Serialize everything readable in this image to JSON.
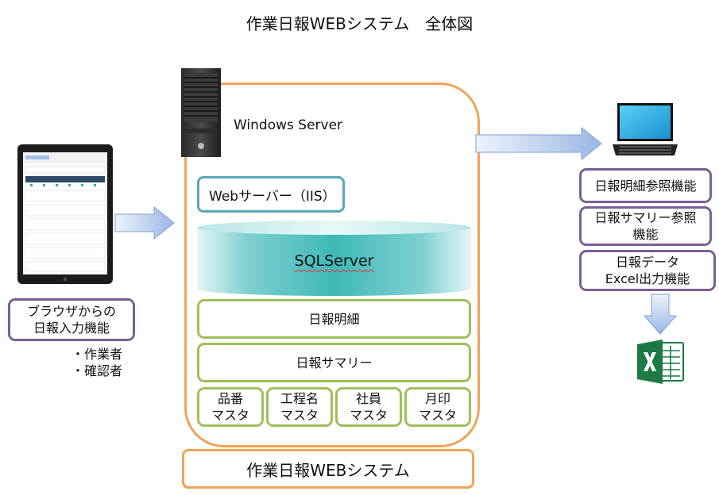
{
  "title": "作業日報WEBシステム　全体図",
  "server": {
    "label": "Windows Server",
    "web_server": "Webサーバー（IIS）",
    "database": "SQLServer",
    "tables": {
      "detail": "日報明細",
      "summary": "日報サマリー"
    },
    "masters": [
      {
        "line1": "品番",
        "line2": "マスタ"
      },
      {
        "line1": "工程名",
        "line2": "マスタ"
      },
      {
        "line1": "社員",
        "line2": "マスタ"
      },
      {
        "line1": "月印",
        "line2": "マスタ"
      }
    ]
  },
  "system_name": "作業日報WEBシステム",
  "client": {
    "function_line1": "ブラウザからの",
    "function_line2": "日報入力機能",
    "users": [
      "・作業者",
      "・確認者"
    ]
  },
  "outputs": [
    {
      "line1": "日報明細参照機能",
      "line2": ""
    },
    {
      "line1": "日報サマリー参照",
      "line2": "機能"
    },
    {
      "line1": "日報データ",
      "line2": "Excel出力機能"
    }
  ],
  "icons": {
    "tablet": "tablet-icon",
    "server": "server-tower-icon",
    "laptop": "laptop-icon",
    "excel": "excel-icon",
    "arrow": "arrow-right-icon"
  },
  "colors": {
    "server_frame": "#f0a45a",
    "web_server_border": "#5aa8b8",
    "table_border": "#9fbf5a",
    "function_border": "#7a5f96",
    "arrow_fill": "#c9d9f3",
    "database": "#3fb8b8",
    "excel": "#1e7a44"
  }
}
